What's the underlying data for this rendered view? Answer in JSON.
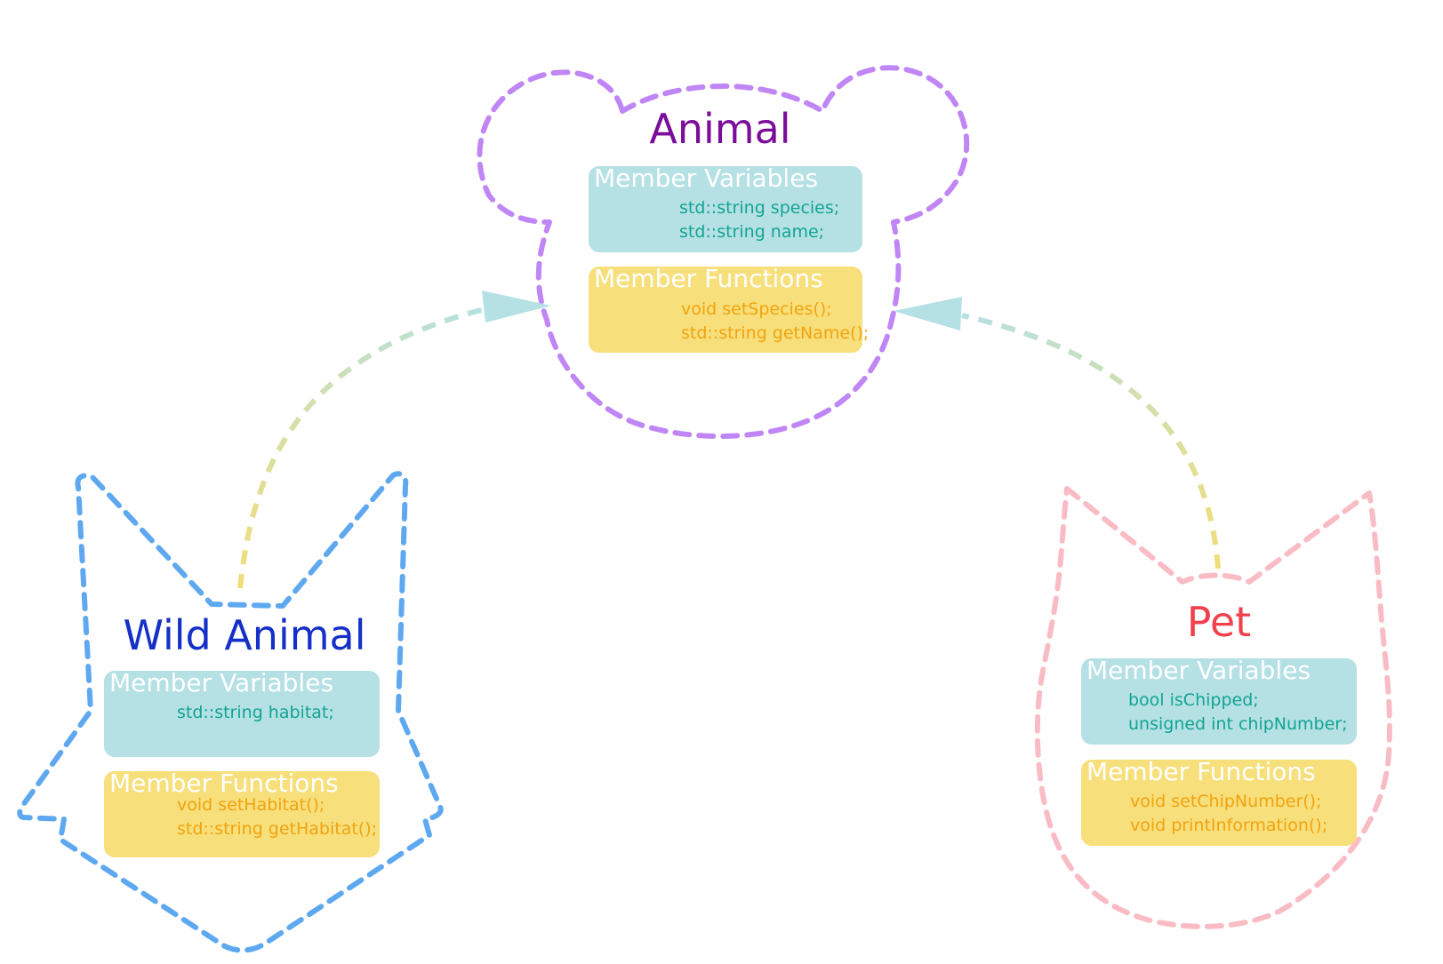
{
  "colors": {
    "animal": "#7a0d9a",
    "wild_animal": "#1530c8",
    "pet": "#f2414e",
    "animal_outline": "#c086f5",
    "wild_outline": "#5ea8f0",
    "pet_outline": "#f9bcc5",
    "arrow_head": "#b5e0e4",
    "variables_bg": "#b5e0e4",
    "variables_text": "#12a593",
    "functions_bg": "#f7df7b",
    "functions_text": "#f2a30f"
  },
  "classes": {
    "animal": {
      "name": "Animal",
      "shape": "bear-outline",
      "variables_header": "Member Variables",
      "variables": [
        "std::string species;",
        "std::string name;"
      ],
      "functions_header": "Member Functions",
      "functions": [
        "void setSpecies();",
        "std::string getName();"
      ]
    },
    "wild_animal": {
      "name": "Wild Animal",
      "shape": "fox-outline",
      "variables_header": "Member Variables",
      "variables": [
        "std::string habitat;"
      ],
      "functions_header": "Member Functions",
      "functions": [
        "void setHabitat();",
        "std::string getHabitat();"
      ]
    },
    "pet": {
      "name": "Pet",
      "shape": "cat-outline",
      "variables_header": "Member Variables",
      "variables": [
        "bool isChipped;",
        "unsigned int chipNumber;"
      ],
      "functions_header": "Member Functions",
      "functions": [
        "void setChipNumber();",
        "void  printInformation();"
      ]
    }
  },
  "relationships": [
    {
      "from": "wild_animal",
      "to": "animal",
      "kind": "inheritance"
    },
    {
      "from": "pet",
      "to": "animal",
      "kind": "inheritance"
    }
  ]
}
